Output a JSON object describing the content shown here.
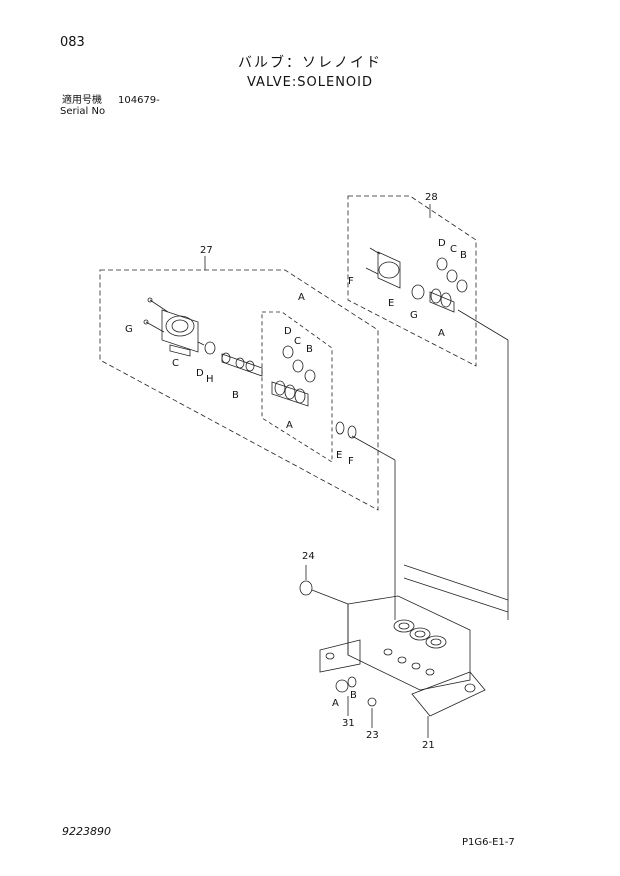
{
  "header": {
    "page_number": "083",
    "title_jp": "バルブ：ソレノイド",
    "title_en": "VALVE:SOLENOID",
    "serial_label": "適用号機",
    "serial_label_en": "Serial No",
    "serial_value": "104679-"
  },
  "callouts": {
    "n27": "27",
    "n28": "28",
    "n24": "24",
    "n31": "31",
    "n23": "23",
    "n21": "21",
    "A": "A",
    "B": "B",
    "C": "C",
    "D": "D",
    "E": "E",
    "F": "F",
    "G": "G",
    "H": "H"
  },
  "footer": {
    "catalog_number": "9223890",
    "page_code": "P1G6-E1-7"
  }
}
